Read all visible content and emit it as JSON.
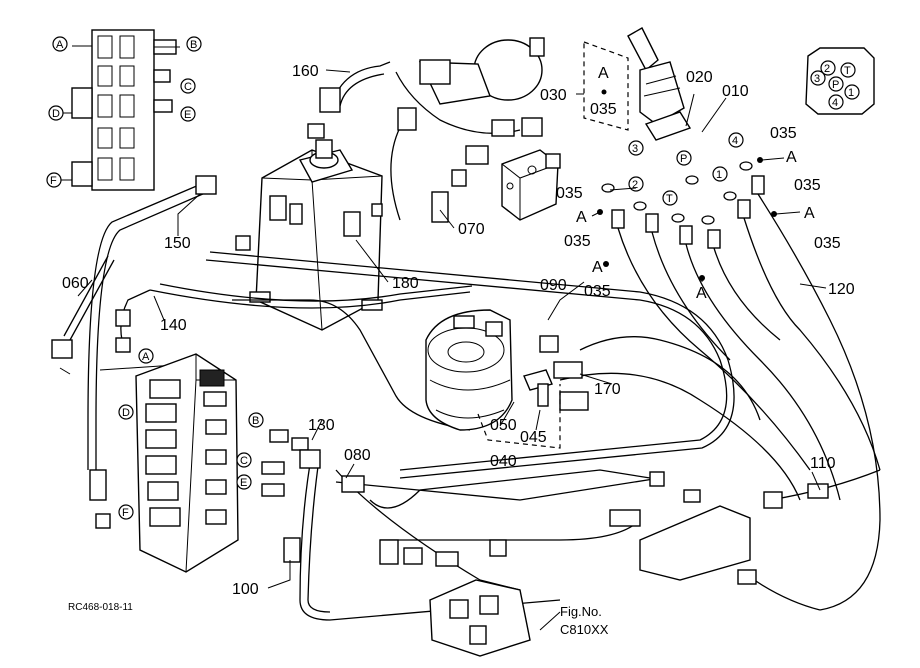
{
  "drawing_code": "RC468-018-11",
  "figure": {
    "line1": "Fig.No.",
    "line2": "C810XX"
  },
  "callouts": {
    "p160": "160",
    "p150": "150",
    "p060": "060",
    "p140": "140",
    "p180": "180",
    "p070": "070",
    "p030": "030",
    "p035": "035",
    "p020": "020",
    "p010": "010",
    "p090": "090",
    "p120": "120",
    "p170": "170",
    "p050": "050",
    "p045": "045",
    "p040": "040",
    "p130": "130",
    "p080": "080",
    "p110": "110",
    "p100": "100"
  },
  "ports": {
    "A": "A",
    "B": "B",
    "C": "C",
    "D": "D",
    "E": "E",
    "F": "F",
    "P": "P",
    "T": "T",
    "n1": "1",
    "n2": "2",
    "n3": "3",
    "n4": "4"
  },
  "detail_box": {
    "top": "A",
    "bottom": "035"
  }
}
